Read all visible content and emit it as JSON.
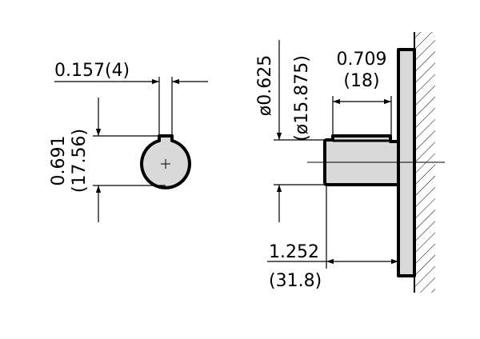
{
  "colors": {
    "line": "#000000",
    "part_fill": "#d9d9d9",
    "background": "#ffffff"
  },
  "dimensions": {
    "key_width": "0.157(4)",
    "shaft_height_in": "0.691",
    "shaft_height_mm": "(17.56)",
    "diameter_in": "ø0.625",
    "diameter_mm": "(ø15.875)",
    "step_length_in": "0.709",
    "step_length_mm": "(18)",
    "shaft_length_in": "1.252",
    "shaft_length_mm": "(31.8)"
  }
}
